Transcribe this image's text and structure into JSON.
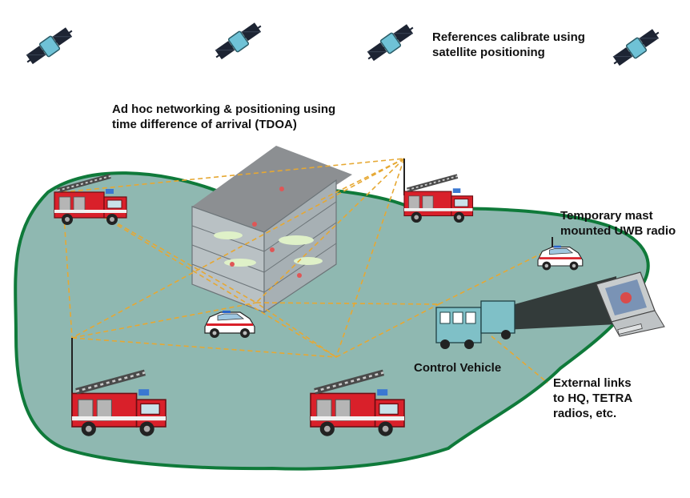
{
  "labels": {
    "satellite_note": [
      "References calibrate using",
      "satellite positioning"
    ],
    "adhoc_note": [
      "Ad hoc networking & positioning using",
      "time difference of arrival (TDOA)"
    ],
    "mast_note": [
      "Temporary mast",
      "mounted UWB radio"
    ],
    "control_vehicle": "Control Vehicle",
    "external_links": [
      "External links",
      "to HQ, TETRA",
      "radios, etc."
    ]
  },
  "colors": {
    "ground": "#8fb8b1",
    "ground_edge": "#0f7a3a",
    "link_line": "#e6a833",
    "fire_truck": "#d9202a",
    "satellite_panel": "#1d2433",
    "satellite_body": "#6fc2d6",
    "building": "#9aa3a7",
    "control_vehicle": "#7fc0c7",
    "beam": "#333b3a"
  },
  "icons": [
    "satellite-icon",
    "fire-truck-icon",
    "police-car-icon",
    "building-icon",
    "control-vehicle-icon",
    "computer-monitor-icon",
    "antenna-mast-icon"
  ]
}
